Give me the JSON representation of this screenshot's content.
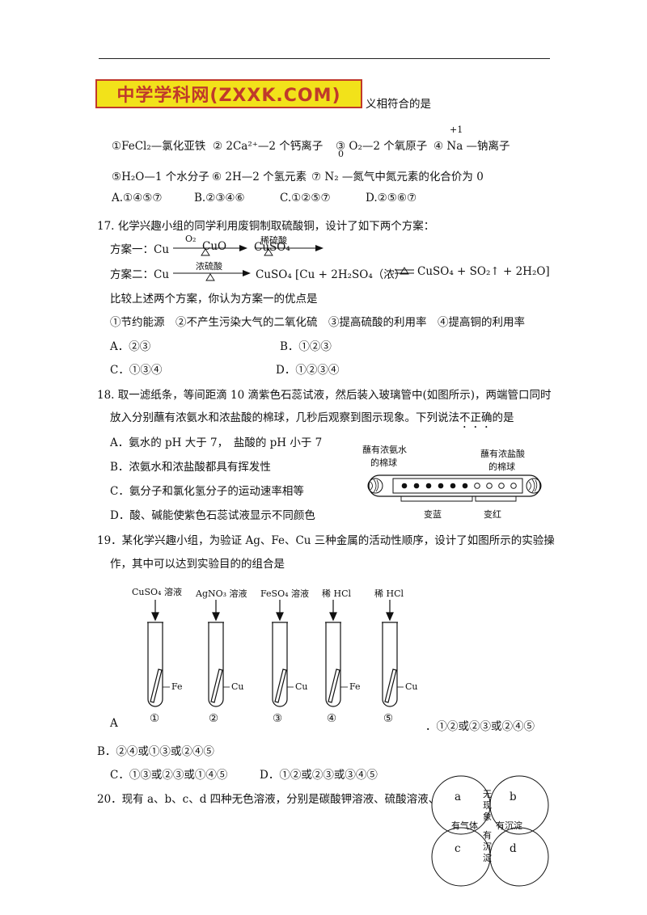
{
  "header": {
    "logo_text": "中学学科网(ZXXK.COM)",
    "line_tail": "义相符合的是"
  },
  "q16": {
    "items_row1": [
      "①FeCl₂—氯化亚铁",
      "② 2Ca²⁺—2 个钙离子",
      "③ O₂—2 个氧原子",
      "④ Na —钠离子"
    ],
    "superscript_plus1": "+1",
    "subscript_zero": "0",
    "items_row2": [
      "⑤H₂O—1 个水分子",
      "⑥ 2H—2 个氢元素",
      "⑦ N₂ —氮气中氮元素的化合价为 0"
    ],
    "options": [
      "A.①④⑤⑦",
      "B.②③④⑥",
      "C.①②⑤⑦",
      "D.②⑤⑥⑦"
    ]
  },
  "q17": {
    "stem": "17. 化学兴趣小组的同学利用废铜制取硫酸铜，设计了如下两个方案：",
    "scheme1_label": "方案一：Cu",
    "scheme1_o2": "O₂",
    "scheme1_cuo": "CuO",
    "scheme1_dilute": "稀硫酸",
    "scheme1_cuso4": "CuSO₄",
    "scheme2_label": "方案二：Cu",
    "scheme2_conc": "浓硫酸",
    "scheme2_product": "CuSO₄ [Cu + 2H₂SO₄（浓）",
    "scheme2_tail": "CuSO₄ + SO₂↑ + 2H₂O]",
    "compare": "比较上述两个方案，你认为方案一的优点是",
    "advantages": "①节约能源　②不产生污染大气的二氧化硫　③提高硫酸的利用率　④提高铜的利用率",
    "options": [
      "A．②③",
      "B．①②③",
      "C．①③④",
      "D．①②③④"
    ]
  },
  "q18": {
    "stem1": "18. 取一滤纸条，等间距滴 10 滴紫色石蕊试液，然后装入玻璃管中(如图所示)，两端管口同时",
    "stem2_pre": "放入分别蘸有浓氨水和浓盐酸的棉球，几秒后观察到图示现象。下列说法",
    "stem2_emph": "不正确",
    "stem2_post": "的是",
    "options": [
      "A．氨水的 pH 大于 7，　盐酸的 pH 小于 7",
      "B．浓氨水和浓盐酸都具有挥发性",
      "C．氨分子和氯化氢分子的运动速率相等",
      "D．酸、碱能使紫色石蕊试液显示不同颜色"
    ],
    "fig_left_label_1": "蘸有浓氨水",
    "fig_left_label_2": "的棉球",
    "fig_right_label_1": "蘸有浓盐酸",
    "fig_right_label_2": "的棉球",
    "fig_blue": "变蓝",
    "fig_red": "变红"
  },
  "q19": {
    "stem1": "19．某化学兴趣小组，为验证 Ag、Fe、Cu 三种金属的活动性顺序，设计了如图所示的实验操",
    "stem2": "作，其中可以达到实验目的的组合是",
    "tubes": [
      {
        "reagent": "CuSO₄ 溶液",
        "metal": "Fe",
        "num": "①"
      },
      {
        "reagent": "AgNO₃ 溶液",
        "metal": "Cu",
        "num": "②"
      },
      {
        "reagent": "FeSO₄ 溶液",
        "metal": "Cu",
        "num": "③"
      },
      {
        "reagent": "稀 HCl",
        "metal": "Fe",
        "num": "④"
      },
      {
        "reagent": "稀 HCl",
        "metal": "Cu",
        "num": "⑤"
      }
    ],
    "option_a_letter": "A",
    "option_a_text": "．①②或②③或②④⑤",
    "option_b": "B．②④或①③或②④⑤",
    "option_c": "C．①③或②③或①④⑤",
    "option_d": "D．①②或②③或③④⑤"
  },
  "q20": {
    "stem": "20．现有 a、b、c、d 四种无色溶液，分别是碳酸钾溶液、硫酸溶液、",
    "circles": [
      "a",
      "b",
      "c",
      "d"
    ],
    "center_top": [
      "无",
      "现",
      "象"
    ],
    "center_bottom": [
      "有",
      "沉",
      "淀"
    ],
    "mid_left": "有气体",
    "mid_right": "有沉淀"
  }
}
